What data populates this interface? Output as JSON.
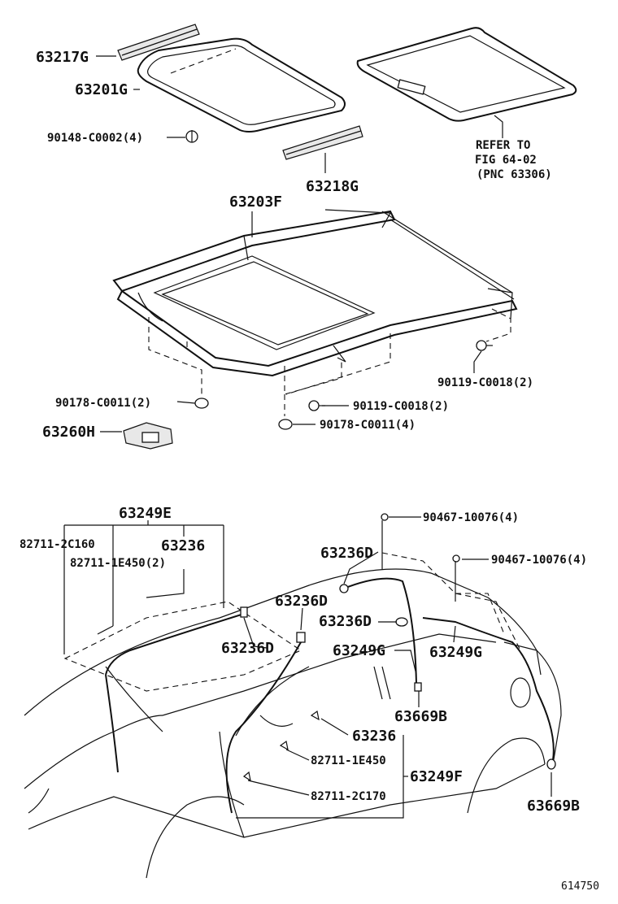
{
  "labels": {
    "p63217G": "63217G",
    "p63201G": "63201G",
    "p90148": "90148-C0002(4)",
    "p63218G": "63218G",
    "refer1": "REFER TO",
    "refer2": "FIG 64-02",
    "refer3": "(PNC 63306)",
    "p63203F": "63203F",
    "p90119a": "90119-C0018(2)",
    "p90178a": "90178-C0011(2)",
    "p90119b": "90119-C0018(2)",
    "p90178b": "90178-C0011(4)",
    "p63260H": "63260H",
    "p63249E": "63249E",
    "p82711_2C160": "82711-2C160",
    "p63236_top": "63236",
    "p82711_1E450_2": "82711-1E450(2)",
    "p90467a": "90467-10076(4)",
    "p63236D_a": "63236D",
    "p90467b": "90467-10076(4)",
    "p63236D_b": "63236D",
    "p63236D_c": "63236D",
    "p63236D_d": "63236D",
    "p63249G_a": "63249G",
    "p63249G_b": "63249G",
    "p63669B_a": "63669B",
    "p63236_mid": "63236",
    "p82711_1E450": "82711-1E450",
    "p63249F": "63249F",
    "p82711_2C170": "82711-2C170",
    "p63669B_b": "63669B",
    "figure_number": "614750"
  }
}
